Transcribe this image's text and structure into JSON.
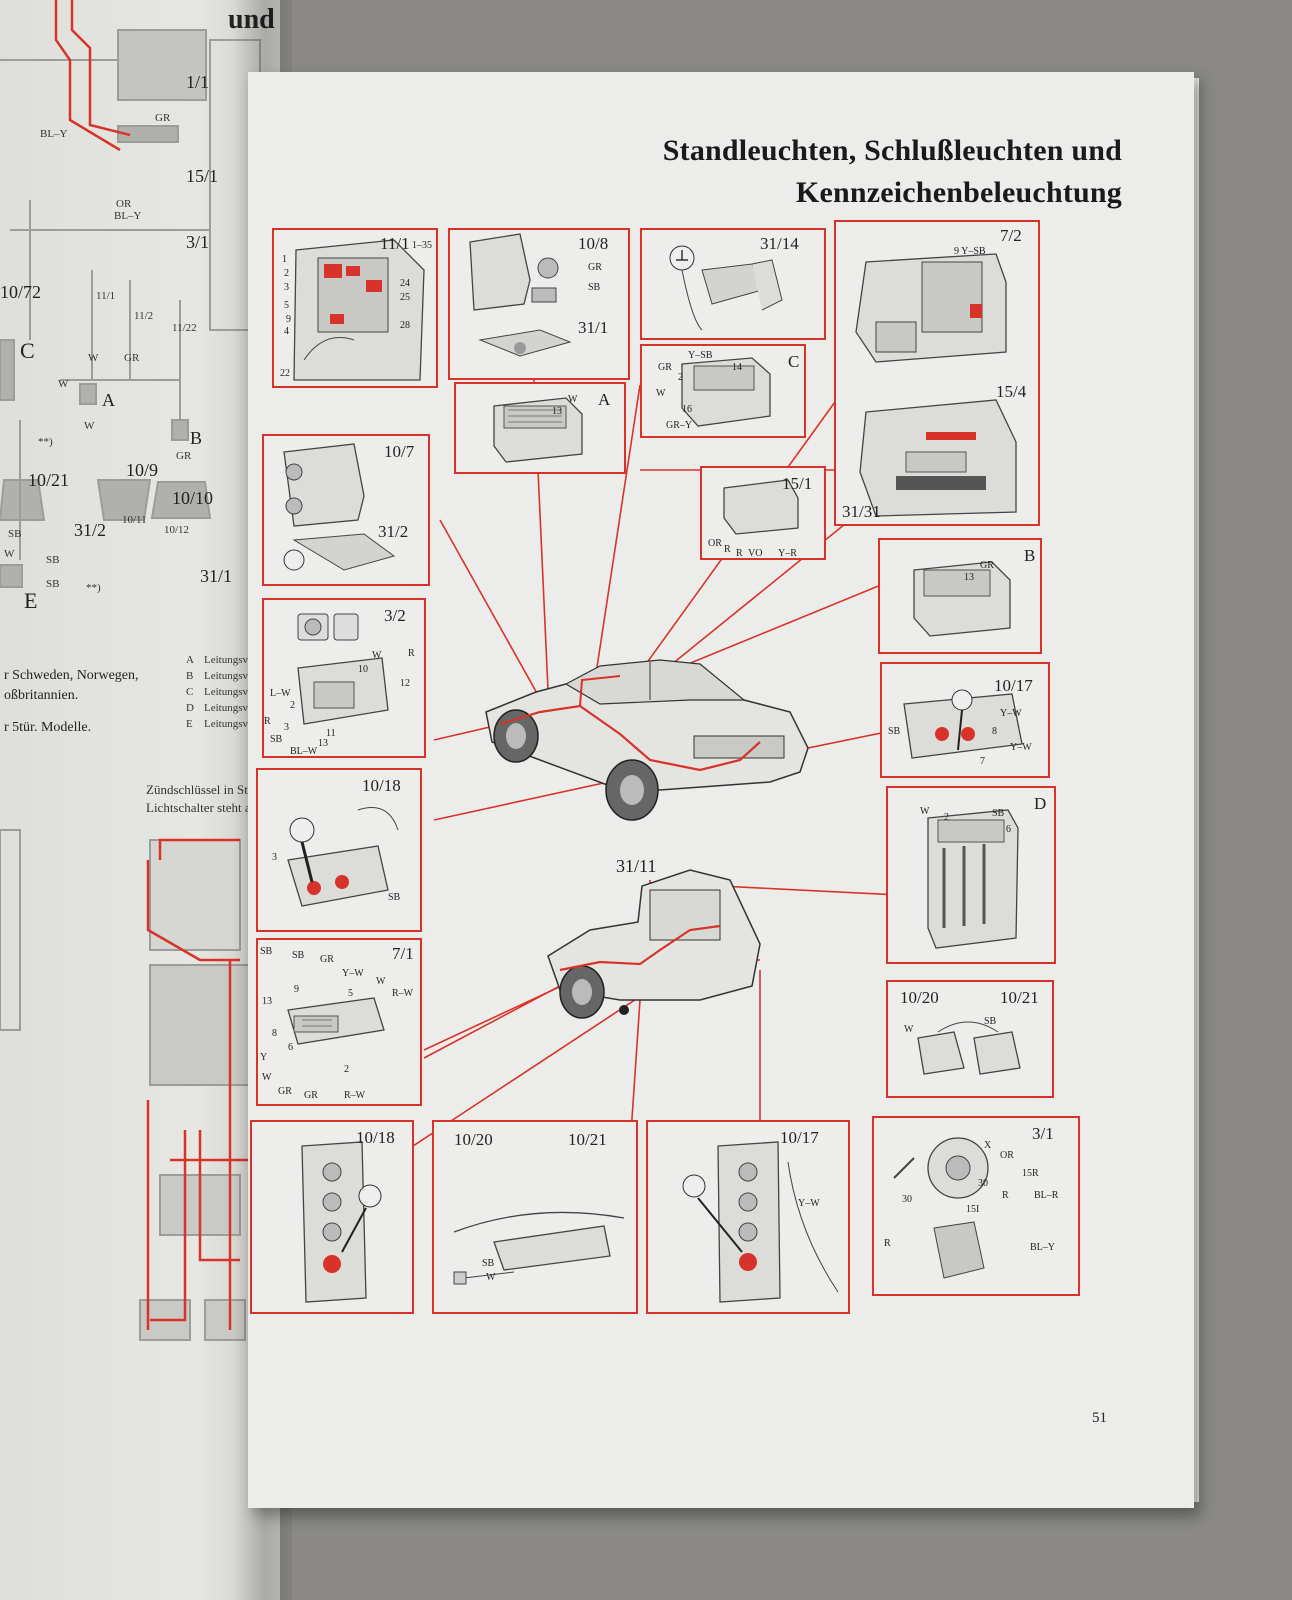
{
  "document": {
    "title_line1": "Standleuchten, Schlußleuchten und",
    "title_line2": "Kennzeichenbeleuchtung",
    "page_number": "51"
  },
  "left_page": {
    "heading_fragment": "und",
    "connector_labels": [
      "C",
      "A",
      "B",
      "E"
    ],
    "component_labels": [
      "1/1",
      "15/1",
      "3/1",
      "10/72",
      "11/1",
      "11/2",
      "11/22",
      "10/21",
      "10/9",
      "10/10",
      "31/2",
      "31/1",
      "10/11",
      "10/12"
    ],
    "wire_labels": [
      "BL–Y",
      "BL–Y",
      "GR",
      "OR",
      "GR",
      "W",
      "W",
      "GR",
      "W",
      "SB",
      "SB",
      "W",
      "SB",
      "**)",
      "**)"
    ],
    "note_lines": [
      "r Schweden, Norwegen,",
      "oßbritannien.",
      "r 5tür. Modelle."
    ],
    "legend_letters": [
      "A",
      "B",
      "C",
      "D",
      "E"
    ],
    "legend_text": [
      "Leitungsverbinder",
      "Leitungsverbinder",
      "Leitungsverbinder",
      "Leitungsverbinder",
      "Leitungsverbinder"
    ],
    "ignition_note_line1": "Zündschlüssel in Stellung II,",
    "ignition_note_line2": "Lichtschalter steht auf Posi..."
  },
  "panels": {
    "p_11_1": {
      "label": "11/1",
      "sub": "1–35",
      "numbers": [
        "1",
        "2",
        "3",
        "5",
        "4",
        "9",
        "22",
        "24",
        "25",
        "28"
      ]
    },
    "p_10_8": {
      "label": "10/8",
      "label2": "31/1",
      "wires": [
        "GR",
        "SB"
      ]
    },
    "p_31_14": {
      "label": "31/14"
    },
    "p_7_2": {
      "label": "7/2",
      "label2": "15/4",
      "label3": "31/31",
      "wires": [
        "9 Y–SB"
      ]
    },
    "p_A": {
      "label": "A",
      "wires": [
        "W",
        "13"
      ]
    },
    "p_C": {
      "label": "C",
      "wires": [
        "Y–SB",
        "GR",
        "2",
        "14",
        "W",
        "16",
        "GR–Y"
      ]
    },
    "p_10_7": {
      "label": "10/7",
      "label2": "31/2"
    },
    "p_15_1": {
      "label": "15/1",
      "wires": [
        "OR",
        "R",
        "R",
        "VO",
        "Y–R"
      ]
    },
    "p_B": {
      "label": "B",
      "wires": [
        "GR",
        "13"
      ]
    },
    "p_3_2": {
      "label": "3/2",
      "wires": [
        "10",
        "W",
        "R",
        "12",
        "L–W",
        "2",
        "R",
        "SB",
        "BL–W",
        "3",
        "13",
        "11"
      ]
    },
    "p_10_17a": {
      "label": "10/17",
      "wires": [
        "Y–W",
        "SB",
        "8",
        "Y–W",
        "7"
      ]
    },
    "p_10_18a": {
      "label": "10/18",
      "wires": [
        "3",
        "SB"
      ]
    },
    "p_D": {
      "label": "D",
      "wires": [
        "W",
        "SB",
        "2",
        "6"
      ]
    },
    "p_7_1": {
      "label": "7/1",
      "wires": [
        "SB",
        "SB",
        "GR",
        "Y–W",
        "W",
        "R–W",
        "9",
        "5",
        "13",
        "8",
        "6",
        "Y",
        "W",
        "GR",
        "GR",
        "R–W",
        "2"
      ]
    },
    "p_10_20_21a": {
      "label": "10/20",
      "label2": "10/21",
      "wires": [
        "W",
        "SB"
      ]
    },
    "car_label": "31/11",
    "p_10_18b": {
      "label": "10/18"
    },
    "p_10_20_21b": {
      "label": "10/20",
      "label2": "10/21",
      "wires": [
        "SB",
        "W"
      ]
    },
    "p_10_17b": {
      "label": "10/17",
      "wires": [
        "Y–W"
      ]
    },
    "p_3_1": {
      "label": "3/1",
      "wires": [
        "X",
        "OR",
        "15R",
        "30",
        "R",
        "BL–R",
        "30",
        "15I",
        "R",
        "BL–Y"
      ]
    }
  },
  "colors": {
    "wire_red": "#d8332a",
    "page": "#ecedea",
    "ink": "#1a1a1a",
    "background": "#8a8986"
  }
}
